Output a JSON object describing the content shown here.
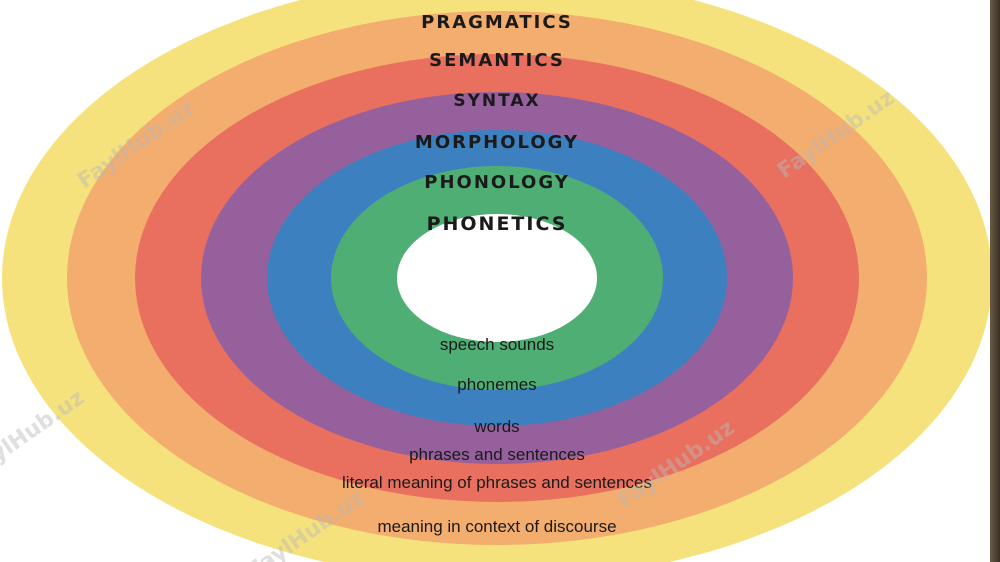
{
  "diagram": {
    "layers": [
      {
        "name": "PRAGMATICS",
        "unit": "meaning in context of discourse",
        "color": "#f6e27c"
      },
      {
        "name": "SEMANTICS",
        "unit": "literal meaning of phrases and sentences",
        "color": "#f3ad6e"
      },
      {
        "name": "SYNTAX",
        "unit": "phrases and sentences",
        "color": "#e9705e"
      },
      {
        "name": "MORPHOLOGY",
        "unit": "words",
        "color": "#96609d"
      },
      {
        "name": "PHONOLOGY",
        "unit": "phonemes",
        "color": "#3c80bf"
      },
      {
        "name": "PHONETICS",
        "unit": "speech sounds",
        "color": "#4fae74"
      }
    ],
    "center_color": "#ffffff"
  },
  "watermark": {
    "text": "FaylHub.uz"
  }
}
